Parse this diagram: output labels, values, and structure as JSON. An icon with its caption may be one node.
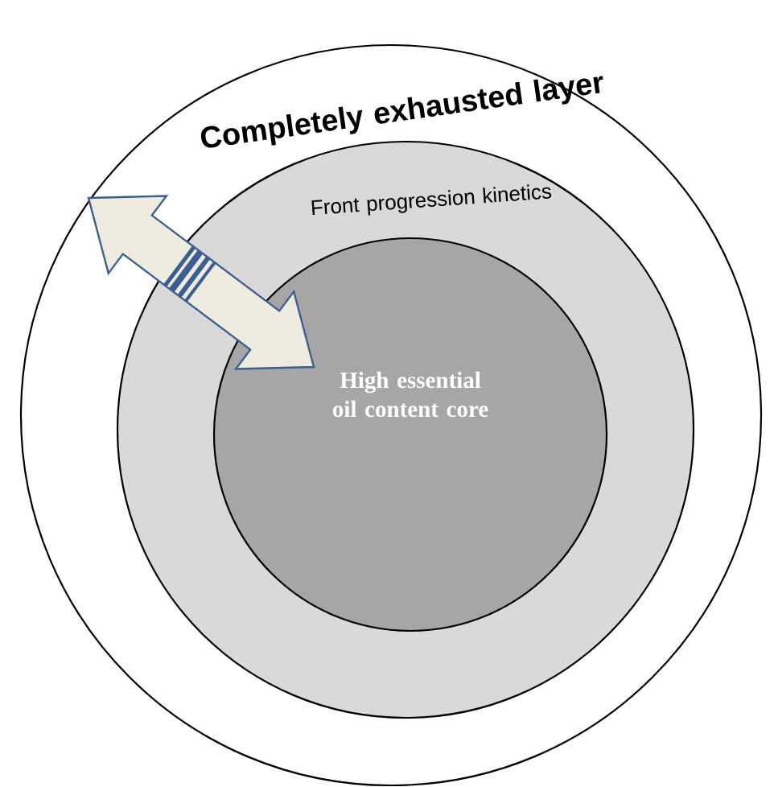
{
  "diagram": {
    "nodes": [
      {
        "text": [
          "Completely exhausted layer"
        ]
      },
      {
        "text": [
          "Front progression kinetics"
        ],
        "in": 0
      },
      {
        "text": [
          "High essential oil content core"
        ],
        "in": 1
      }
    ]
  }
}
